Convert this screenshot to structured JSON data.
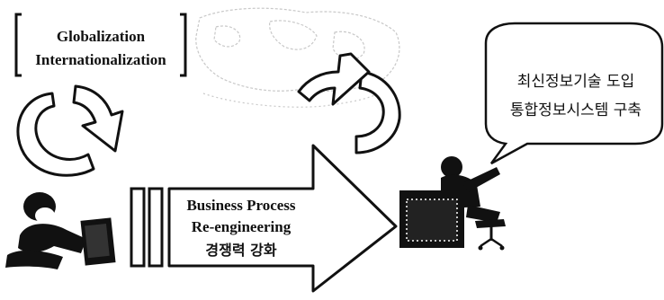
{
  "left_box": {
    "line1": "Globalization",
    "line2": "Internationalization"
  },
  "bpr_arrow": {
    "line1": "Business Process",
    "line2": "Re-engineering",
    "line3": "경쟁력 강화"
  },
  "speech_bubble": {
    "line1": "최신정보기술 도입",
    "line2": "통합정보시스템 구축"
  },
  "colors": {
    "ink": "#111111",
    "paper": "#ffffff",
    "map": "#cfcfcf"
  }
}
